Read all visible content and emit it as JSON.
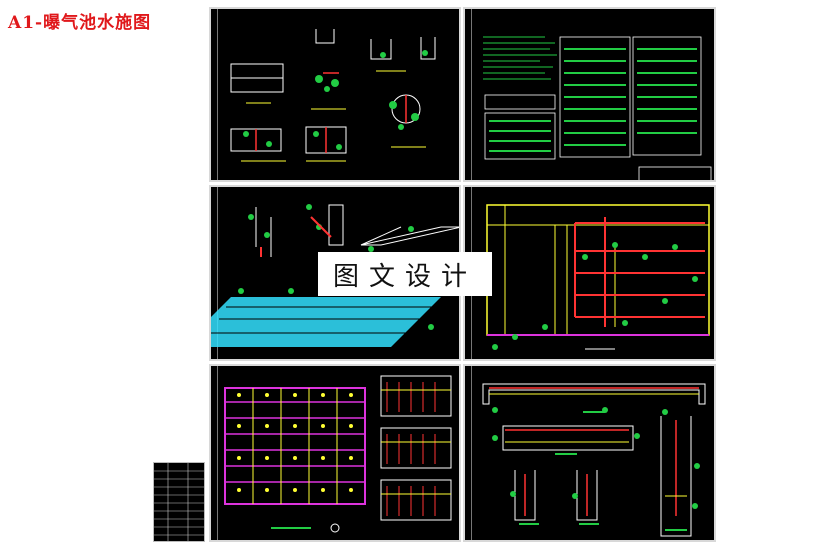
{
  "page": {
    "title": "A1-曝气池水施图",
    "watermark": "图文设计"
  },
  "sheets": [
    {
      "id": "sheet-top-left",
      "content": "detail-drawings"
    },
    {
      "id": "sheet-top-right",
      "content": "notes-and-material-tables"
    },
    {
      "id": "sheet-mid-left",
      "content": "isometric-pipe-layout"
    },
    {
      "id": "sheet-mid-right",
      "content": "aeration-tank-plan"
    },
    {
      "id": "sheet-bottom-left",
      "content": "diffuser-grid-plan"
    },
    {
      "id": "sheet-bottom-right",
      "content": "sections"
    }
  ],
  "colors": {
    "title": "#e0181b",
    "sheet_bg": "#000000",
    "sheet_border": "#d8d8d8",
    "cad_green": "#22cc44",
    "cad_yellow": "#ffff33",
    "cad_red": "#ff3333",
    "cad_magenta": "#dd33dd",
    "cad_cyan": "#33e0ff",
    "cad_white": "#ffffff"
  }
}
